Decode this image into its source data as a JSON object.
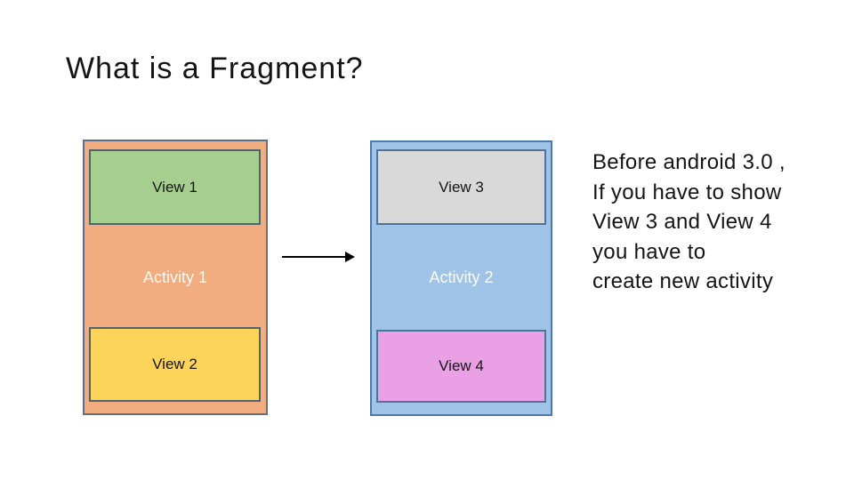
{
  "slide": {
    "title": "What is a Fragment?",
    "title_color": "#141414",
    "background": "#FFFFFF"
  },
  "diagram": {
    "activity1": {
      "label": "Activity 1",
      "views": {
        "top": "View 1",
        "bottom": "View 2"
      },
      "colors": {
        "fill": "#F1AC7F",
        "border": "#5C7089",
        "top_view_fill": "#A6CE8E",
        "bottom_view_fill": "#FDD45A",
        "view_border": "#55616D",
        "label_color": "#FFF8EE",
        "view_label_color": "#161616"
      }
    },
    "activity2": {
      "label": "Activity 2",
      "views": {
        "top": "View 3",
        "bottom": "View 4"
      },
      "colors": {
        "fill": "#A0C4E8",
        "border": "#4E79A8",
        "top_view_fill": "#D9D9D9",
        "bottom_view_fill": "#E9A0E4",
        "view_border": "#50739B",
        "label_color": "#FDFBF4",
        "view_label_color": "#161616"
      }
    },
    "arrow_color": "#000000"
  },
  "note": {
    "color": "#151515",
    "lines": [
      "Before android 3.0 ,",
      "If you have to show",
      "View 3 and View 4",
      "you have to",
      "create new activity"
    ]
  }
}
